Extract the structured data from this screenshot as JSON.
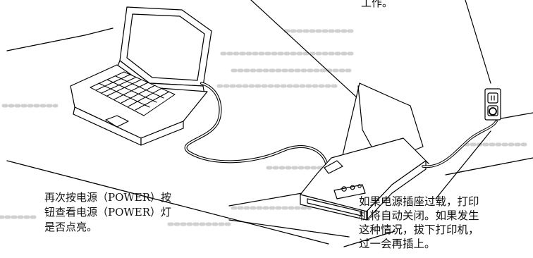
{
  "captions": {
    "top": {
      "lines": [
        "工作。"
      ]
    },
    "left": {
      "lines": [
        "再次按电源（POWER）按",
        "钮查看电源（POWER）灯",
        "是否点亮。"
      ]
    },
    "right": {
      "lines": [
        "如果电源插座过载，打印",
        "机将自动关闭。如果发生",
        "这种情况，拔下打印机，",
        "过一会再插上。"
      ]
    }
  },
  "colors": {
    "line": "#000000",
    "paper": "#ffffff",
    "ghost_text": "#c8c8c8"
  }
}
